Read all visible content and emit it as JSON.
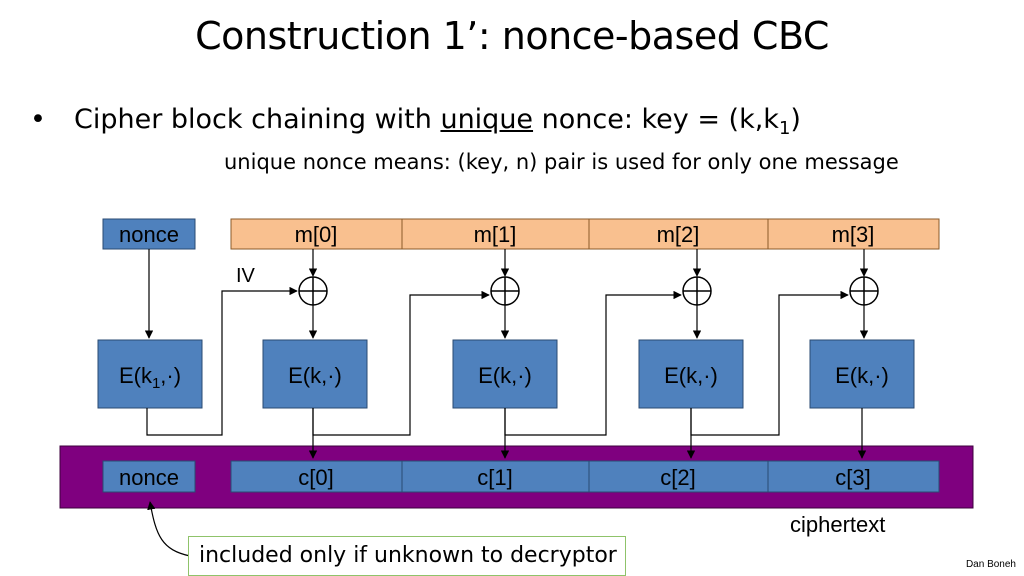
{
  "title": "Construction 1’:   nonce-based CBC",
  "bullet": {
    "symbol": "•",
    "text_before": "Cipher block chaining with ",
    "underlined": "unique",
    "text_after": " nonce:   key = (k,k",
    "key_subscript": "1",
    "close": ")"
  },
  "subnote": "unique nonce means:   (key, n)  pair is used for only one message",
  "diagram": {
    "nonce_in_label": "nonce",
    "iv_label": "IV",
    "messages": [
      "m[0]",
      "m[1]",
      "m[2]",
      "m[3]"
    ],
    "first_encryptor": {
      "prefix": "E(k",
      "subscript": "1",
      "suffix": ",·)"
    },
    "encryptor_label": "E(k,·)",
    "nonce_out_label": "nonce",
    "ciphers": [
      "c[0]",
      "c[1]",
      "c[2]",
      "c[3]"
    ],
    "ciphertext_label": "ciphertext",
    "note": "included only if unknown to decryptor",
    "colors": {
      "message_fill": "#f9c08f",
      "block_fill": "#4f81bd",
      "ciphertext_band": "#7f007f",
      "note_border": "#8fc36a"
    }
  },
  "author": "Dan Boneh"
}
